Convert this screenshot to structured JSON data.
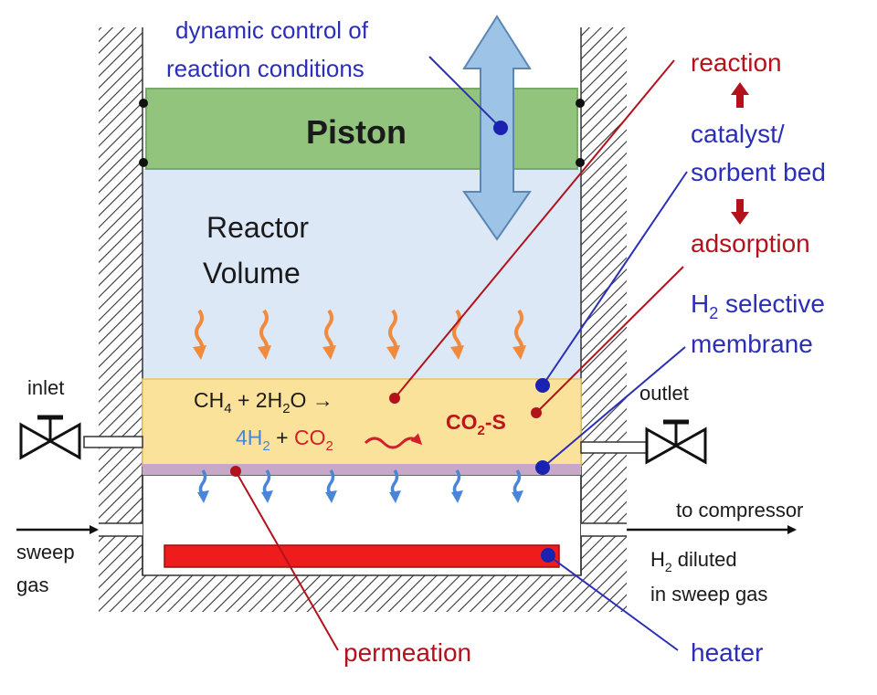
{
  "labels": {
    "dynamic_control_line1": "dynamic control of",
    "dynamic_control_line2": "reaction conditions",
    "piston": "Piston",
    "reactor_line1": "Reactor",
    "reactor_line2": "Volume",
    "reaction": "reaction",
    "catalyst_line1": "catalyst/",
    "catalyst_line2": "sorbent bed",
    "adsorption": "adsorption",
    "membrane_line1_h": "H",
    "membrane_line1_sub": "2",
    "membrane_line1_rest": " selective",
    "membrane_line2": "membrane",
    "inlet": "inlet",
    "outlet": "outlet",
    "eq1_a": "CH",
    "eq1_a_sub": "4",
    "eq1_b": " + 2H",
    "eq1_b_sub": "2",
    "eq1_c": "O →",
    "eq2_a": "4H",
    "eq2_a_sub": "2",
    "eq2_b": " + ",
    "eq2_c": "CO",
    "eq2_c_sub": "2",
    "adsorbed_a": "CO",
    "adsorbed_sub": "2",
    "adsorbed_b": "-S",
    "to_compressor": "to compressor",
    "h2_diluted_h": "H",
    "h2_diluted_sub": "2",
    "h2_diluted_rest": " diluted",
    "in_sweep_gas": "in sweep gas",
    "sweep_line1": "sweep",
    "sweep_line2": "gas",
    "permeation": "permeation",
    "heater": "heater"
  },
  "colors": {
    "piston_fill": "#92c47d",
    "reactor_fill": "#dde8f6",
    "bed_fill": "#fbe29a",
    "membrane_fill": "#c8a8c8",
    "heater_fill": "#ee1c1c",
    "arrow_fill": "#9dc3e6",
    "heat_arrow": "#f08a3c",
    "permeate_arrow": "#4a86d8",
    "label_blue": "#2b2fb8",
    "label_red": "#b3121c"
  },
  "icons": [
    "double-headed-arrow-icon",
    "valve-icon",
    "wavy-arrow-icon"
  ]
}
